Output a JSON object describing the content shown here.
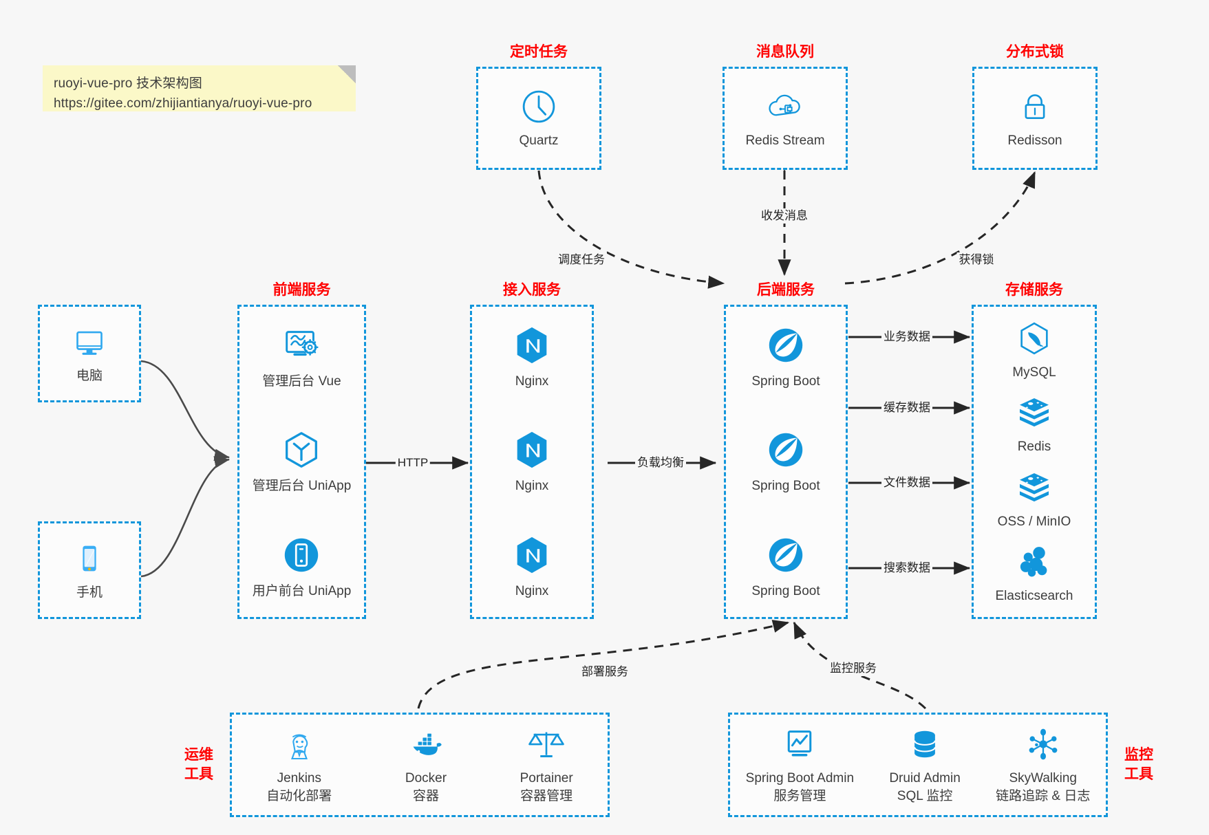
{
  "note": {
    "line1": "ruoyi-vue-pro 技术架构图",
    "line2": "https://gitee.com/zhijiantianya/ruoyi-vue-pro"
  },
  "colors": {
    "accent": "#1296db",
    "title": "#ff0000",
    "text": "#3d3d3d",
    "edge": "#262626",
    "note_bg": "#fbf8c8",
    "page_bg": "#f7f7f7"
  },
  "groups": {
    "scheduler": {
      "title": "定时任务",
      "nodes": [
        {
          "label": "Quartz",
          "icon": "clock-icon"
        }
      ]
    },
    "mq": {
      "title": "消息队列",
      "nodes": [
        {
          "label": "Redis Stream",
          "icon": "cloud-stream-icon"
        }
      ]
    },
    "lock": {
      "title": "分布式锁",
      "nodes": [
        {
          "label": "Redisson",
          "icon": "lock-icon"
        }
      ]
    },
    "client_pc": {
      "title": "",
      "nodes": [
        {
          "label": "电脑",
          "icon": "desktop-icon"
        }
      ]
    },
    "client_mb": {
      "title": "",
      "nodes": [
        {
          "label": "手机",
          "icon": "phone-icon"
        }
      ]
    },
    "frontend": {
      "title": "前端服务",
      "nodes": [
        {
          "label": "管理后台 Vue",
          "icon": "dashboard-gear-icon"
        },
        {
          "label": "管理后台 UniApp",
          "icon": "cube-icon"
        },
        {
          "label": "用户前台 UniApp",
          "icon": "mobile-circle-icon"
        }
      ]
    },
    "gateway": {
      "title": "接入服务",
      "nodes": [
        {
          "label": "Nginx",
          "icon": "nginx-icon"
        },
        {
          "label": "Nginx",
          "icon": "nginx-icon"
        },
        {
          "label": "Nginx",
          "icon": "nginx-icon"
        }
      ]
    },
    "backend": {
      "title": "后端服务",
      "nodes": [
        {
          "label": "Spring Boot",
          "icon": "spring-boot-icon"
        },
        {
          "label": "Spring Boot",
          "icon": "spring-boot-icon"
        },
        {
          "label": "Spring Boot",
          "icon": "spring-boot-icon"
        }
      ]
    },
    "storage": {
      "title": "存储服务",
      "nodes": [
        {
          "label": "MySQL",
          "icon": "mysql-icon"
        },
        {
          "label": "Redis",
          "icon": "redis-icon"
        },
        {
          "label": "OSS / MinIO",
          "icon": "oss-icon"
        },
        {
          "label": "Elasticsearch",
          "icon": "elasticsearch-icon"
        }
      ]
    },
    "devops": {
      "title": "运维\n工具",
      "title_l1": "运维",
      "title_l2": "工具",
      "nodes": [
        {
          "label": "Jenkins",
          "sub": "自动化部署",
          "icon": "jenkins-icon"
        },
        {
          "label": "Docker",
          "sub": "容器",
          "icon": "docker-icon"
        },
        {
          "label": "Portainer",
          "sub": "容器管理",
          "icon": "scales-icon"
        }
      ]
    },
    "monitor": {
      "title": "监控\n工具",
      "title_l1": "监控",
      "title_l2": "工具",
      "nodes": [
        {
          "label": "Spring Boot Admin",
          "sub": "服务管理",
          "icon": "monitor-chart-icon"
        },
        {
          "label": "Druid Admin",
          "sub": "SQL 监控",
          "icon": "database-icon"
        },
        {
          "label": "SkyWalking",
          "sub": "链路追踪 & 日志",
          "icon": "skywalking-icon"
        }
      ]
    }
  },
  "edges": [
    {
      "id": "sched-backend",
      "label": "调度任务"
    },
    {
      "id": "mq-backend",
      "label": "收发消息"
    },
    {
      "id": "backend-lock",
      "label": "获得锁"
    },
    {
      "id": "frontend-gateway",
      "label": "HTTP"
    },
    {
      "id": "gateway-backend",
      "label": "负载均衡"
    },
    {
      "id": "backend-mysql",
      "label": "业务数据"
    },
    {
      "id": "backend-redis",
      "label": "缓存数据"
    },
    {
      "id": "backend-oss",
      "label": "文件数据"
    },
    {
      "id": "backend-es",
      "label": "搜索数据"
    },
    {
      "id": "devops-backend",
      "label": "部署服务"
    },
    {
      "id": "monitor-backend",
      "label": "监控服务"
    }
  ]
}
